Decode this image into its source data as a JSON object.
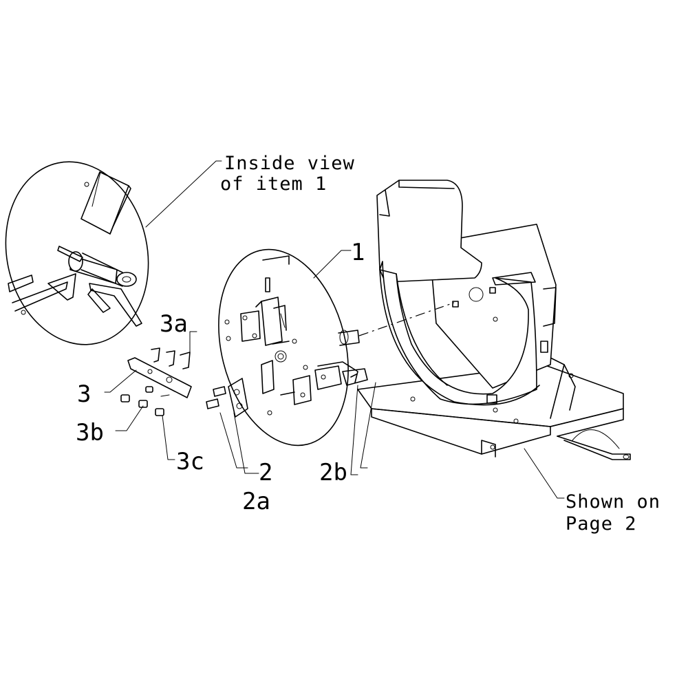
{
  "diagram": {
    "callouts": {
      "inside_view_line1": "Inside view",
      "inside_view_line2": "of item 1",
      "item_1": "1",
      "item_2": "2",
      "item_2a": "2a",
      "item_2b": "2b",
      "item_3": "3",
      "item_3a": "3a",
      "item_3b": "3b",
      "item_3c": "3c",
      "shown_on_line1": "Shown on",
      "shown_on_line2": "Page 2"
    }
  }
}
